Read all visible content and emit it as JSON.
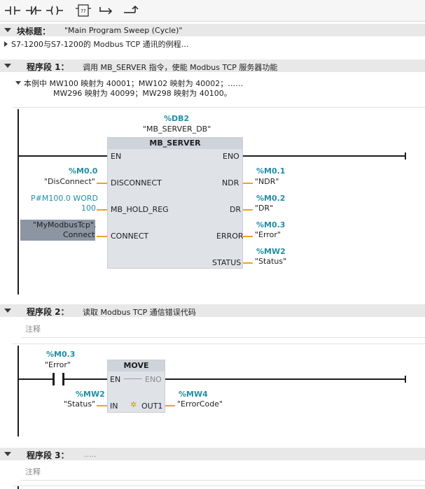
{
  "block": {
    "label": "块标题：",
    "title": "\"Main Program Sweep (Cycle)\"",
    "comment": "S7-1200与S7-1200的 Modbus TCP 通讯的例程…"
  },
  "network1": {
    "label": "程序段 1：",
    "title": "调用 MB_SERVER 指令，使能 Modbus TCP 服务器功能",
    "comment_line1": "本例中 MW100 映射为 40001；MW102 映射为 40002；……",
    "comment_line2": "MW296 映射为 40099；MW298 映射为 40100。",
    "db_addr": "%DB2",
    "db_name": "\"MB_SERVER_DB\"",
    "block_name": "MB_SERVER",
    "pins": {
      "en": "EN",
      "eno": "ENO",
      "disconnect": "DISCONNECT",
      "ndr": "NDR",
      "hold": "MB_HOLD_REG",
      "dr": "DR",
      "connect": "CONNECT",
      "error": "ERROR",
      "status": "STATUS"
    },
    "params": {
      "disc_addr": "%M0.0",
      "disc_name": "\"DisConnect\"",
      "hold_line1": "P#M100.0 WORD",
      "hold_line2": "100",
      "conn_line1": "\"MyModbusTcp\".",
      "conn_line2": "Connect",
      "ndr_addr": "%M0.1",
      "ndr_name": "\"NDR\"",
      "dr_addr": "%M0.2",
      "dr_name": "\"DR\"",
      "err_addr": "%M0.3",
      "err_name": "\"Error\"",
      "st_addr": "%MW2",
      "st_name": "\"Status\""
    }
  },
  "network2": {
    "label": "程序段 2：",
    "title": "读取 Modbus TCP 通信错误代码",
    "comment": "注释",
    "contact_addr": "%M0.3",
    "contact_name": "\"Error\"",
    "block_name": "MOVE",
    "pins": {
      "en": "EN",
      "eno": "ENO",
      "in": "IN",
      "out": "OUT1"
    },
    "in_addr": "%MW2",
    "in_name": "\"Status\"",
    "out_addr": "%MW4",
    "out_name": "\"ErrorCode\""
  },
  "network3": {
    "label": "程序段 3：",
    "title": ".....",
    "comment": "注释"
  }
}
